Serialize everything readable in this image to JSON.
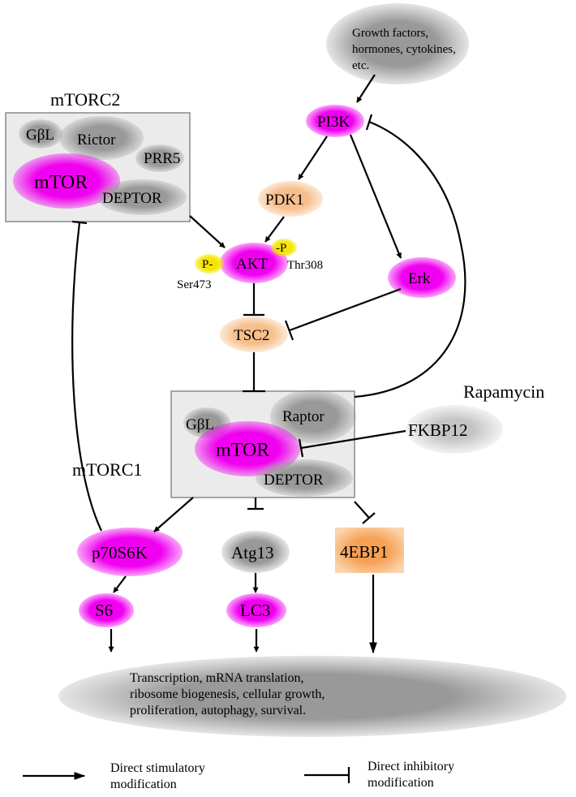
{
  "colors": {
    "magenta": "#f000f0",
    "gray": "#9a9a9a",
    "peach": "#f7bf8c",
    "orange": "#f6a155",
    "yellow": "#f4e600",
    "complex_box": "#ebebeb"
  },
  "inputs": {
    "line1": "Growth factors,",
    "line2": "hormones, cytokines,",
    "line3": "etc."
  },
  "mtorc2": {
    "title": "mTORC2",
    "gbl": "GβL",
    "rictor": "Rictor",
    "prr5": "PRR5",
    "mtor": "mTOR",
    "deptor": "DEPTOR"
  },
  "nodes": {
    "pi3k": "PI3K",
    "pdk1": "PDK1",
    "akt": "AKT",
    "erk": "Erk",
    "tsc2": "TSC2",
    "p70s6k": "p70S6K",
    "atg13": "Atg13",
    "eb1": "4EBP1",
    "s6": "S6",
    "lc3": "LC3",
    "fkbp12": "FKBP12"
  },
  "phospho": {
    "p_left": "P-",
    "p_right": "-P",
    "ser473": "Ser473",
    "thr308": "Thr308"
  },
  "mtorc1": {
    "title": "mTORC1",
    "gbl": "GβL",
    "raptor": "Raptor",
    "mtor": "mTOR",
    "deptor": "DEPTOR"
  },
  "rapamycin": "Rapamycin",
  "outcome": {
    "line1": "Transcription, mRNA translation,",
    "line2": "ribosome biogenesis, cellular growth,",
    "line3": "proliferation, autophagy, survival."
  },
  "legend": {
    "stim_line1": "Direct stimulatory",
    "stim_line2": "modification",
    "inhib_line1": "Direct inhibitory",
    "inhib_line2": "modification"
  }
}
